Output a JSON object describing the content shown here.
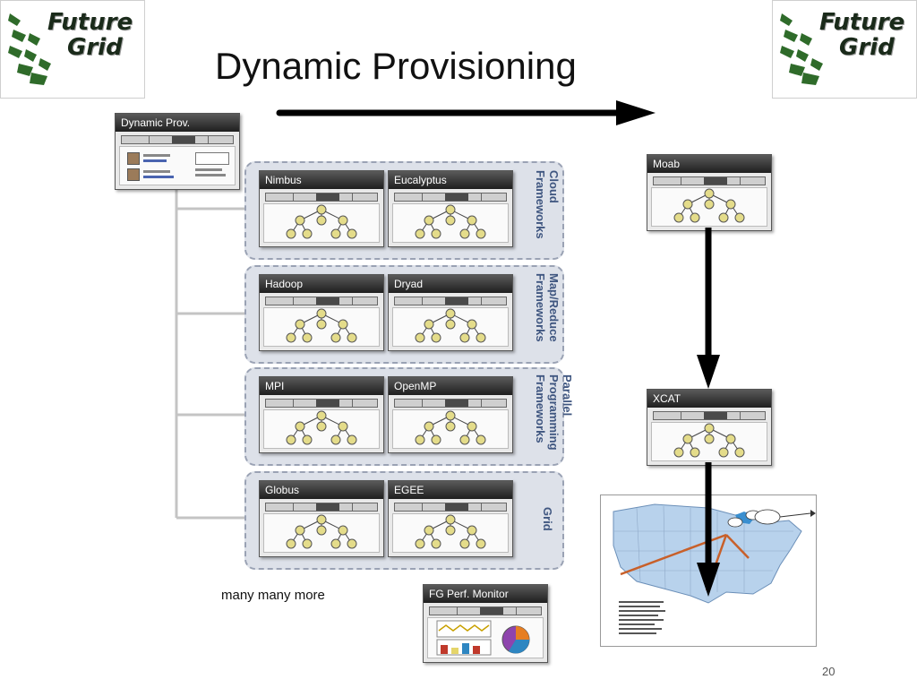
{
  "title": "Dynamic Provisioning",
  "logos": {
    "line1": "Future",
    "line2": "Grid"
  },
  "dynamic_prov_window": {
    "title": "Dynamic Prov."
  },
  "groups": [
    {
      "label": "Cloud Frameworks",
      "label_lines": [
        "Cloud",
        "Frameworks"
      ],
      "windows": [
        "Nimbus",
        "Eucalyptus"
      ]
    },
    {
      "label": "Map/Reduce Frameworks",
      "label_lines": [
        "Map/Reduce",
        "Frameworks"
      ],
      "windows": [
        "Hadoop",
        "Dryad"
      ]
    },
    {
      "label": "Parallel Programming Frameworks",
      "label_lines": [
        "Parallel",
        "Programming",
        "Frameworks"
      ],
      "windows": [
        "MPI",
        "OpenMP"
      ]
    },
    {
      "label": "Grid",
      "label_lines": [
        "Grid"
      ],
      "windows": [
        "Globus",
        "EGEE"
      ]
    }
  ],
  "right_windows": {
    "moab": "Moab",
    "xcat": "XCAT"
  },
  "perf_monitor": {
    "title": "FG Perf. Monitor"
  },
  "more_text": "many many more",
  "page_number": "20",
  "colors": {
    "group_fill": "#dde1e9",
    "group_label": "#3f5680",
    "node_fill": "#e4dc8a",
    "arrow": "#000000"
  }
}
